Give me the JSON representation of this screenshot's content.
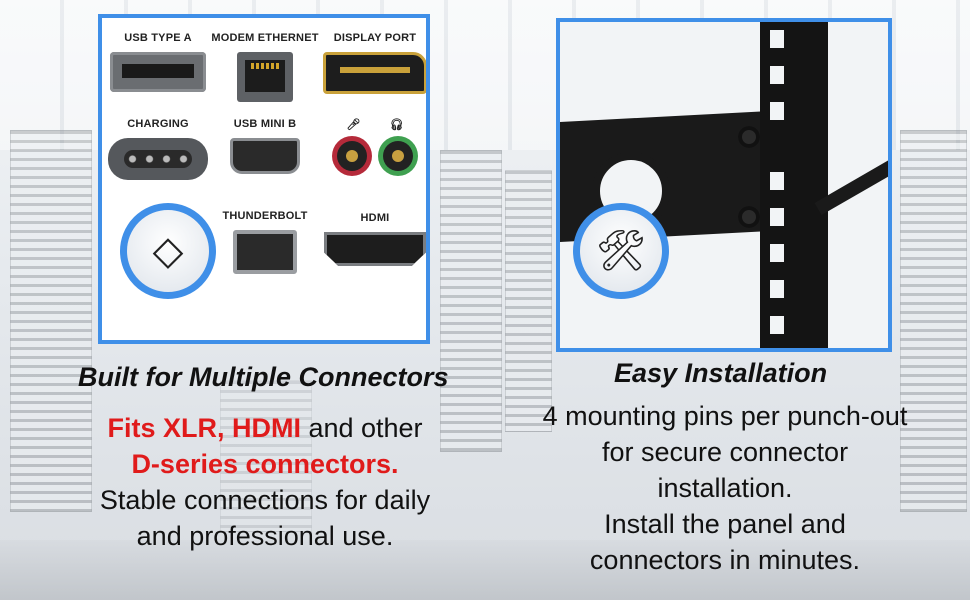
{
  "connectors_panel": {
    "labels": {
      "usb_type_a": "USB TYPE A",
      "modem_ethernet": "MODEM ETHERNET",
      "display_port": "DISPLAY PORT",
      "charging": "CHARGING",
      "usb_mini_b": "USB MINI B",
      "thunderbolt": "THUNDERBOLT",
      "hdmi": "HDMI"
    },
    "icons": [
      "microphone-icon",
      "headphones-icon",
      "diamond-icon"
    ]
  },
  "install_panel": {
    "icons": [
      "screwdriver-wrench-icon"
    ]
  },
  "left": {
    "heading": "Built for Multiple Connectors",
    "line1_red": "Fits XLR, HDMI",
    "line1_rest": " and other",
    "line2_red": "D-series connectors.",
    "line3": "Stable connections for daily",
    "line4": "and professional use."
  },
  "right": {
    "heading": "Easy Installation",
    "line1": "4 mounting pins per punch-out",
    "line2": "for secure connector",
    "line3": "installation.",
    "line4": "Install the panel and",
    "line5": "connectors in minutes."
  },
  "colors": {
    "accent_blue": "#3f8fe8",
    "highlight_red": "#e01b1b"
  }
}
